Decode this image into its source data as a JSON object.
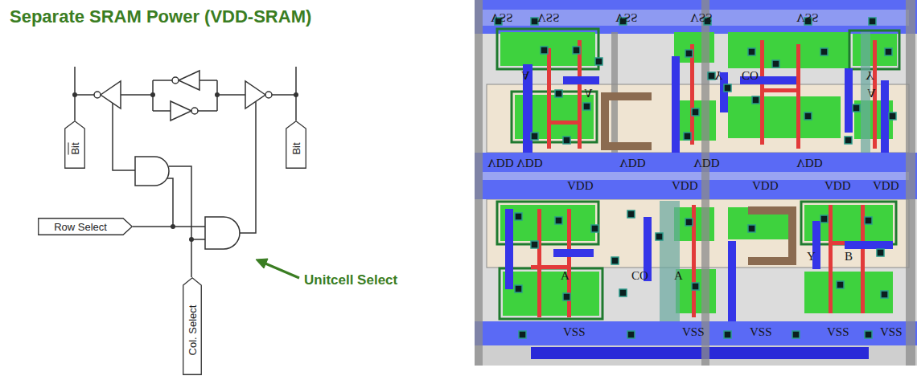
{
  "diagram": {
    "title": "Separate SRAM Power (VDD-SRAM)",
    "nodes": [
      {
        "text": [
          "Bit"
        ]
      },
      {
        "text": [
          "Bit"
        ]
      },
      {
        "text": [
          "Row Select"
        ]
      },
      {
        "text": [
          "Col. Select"
        ]
      }
    ],
    "labels": [
      "Unitcell Select",
      "VSS",
      "VSS",
      "VSS",
      "VSS",
      "VSS",
      "A",
      "A",
      "Y",
      "CO",
      "Y",
      "A",
      "VDD",
      "VDD",
      "VDD",
      "VDD",
      "VDD",
      "VDD",
      "VDD",
      "VDD",
      "VDD",
      "VDD",
      "Y",
      "B",
      "A",
      "CO",
      "A",
      "VSS",
      "VSS",
      "VSS",
      "VSS",
      "VSS"
    ]
  }
}
